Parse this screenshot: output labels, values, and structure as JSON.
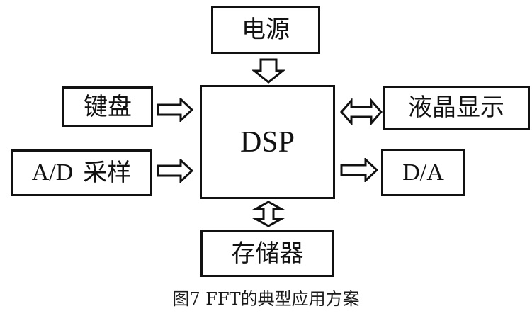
{
  "diagram": {
    "type": "block-diagram",
    "caption": "图7 FFT的典型应用方案",
    "nodes": {
      "power": "电源",
      "dsp": "DSP",
      "keyboard": "键盘",
      "adc_prefix": "A/D",
      "adc_suffix": "采样",
      "lcd": "液晶显示",
      "dac": "D/A",
      "memory": "存储器"
    },
    "edges": [
      {
        "from": "电源",
        "to": "DSP",
        "direction": "one-way"
      },
      {
        "from": "键盘",
        "to": "DSP",
        "direction": "one-way"
      },
      {
        "from": "A/D 采样",
        "to": "DSP",
        "direction": "one-way"
      },
      {
        "from": "DSP",
        "to": "液晶显示",
        "direction": "two-way"
      },
      {
        "from": "DSP",
        "to": "D/A",
        "direction": "one-way"
      },
      {
        "from": "DSP",
        "to": "存储器",
        "direction": "two-way"
      }
    ],
    "colors": {
      "stroke": "#111111",
      "background": "#ffffff"
    }
  }
}
